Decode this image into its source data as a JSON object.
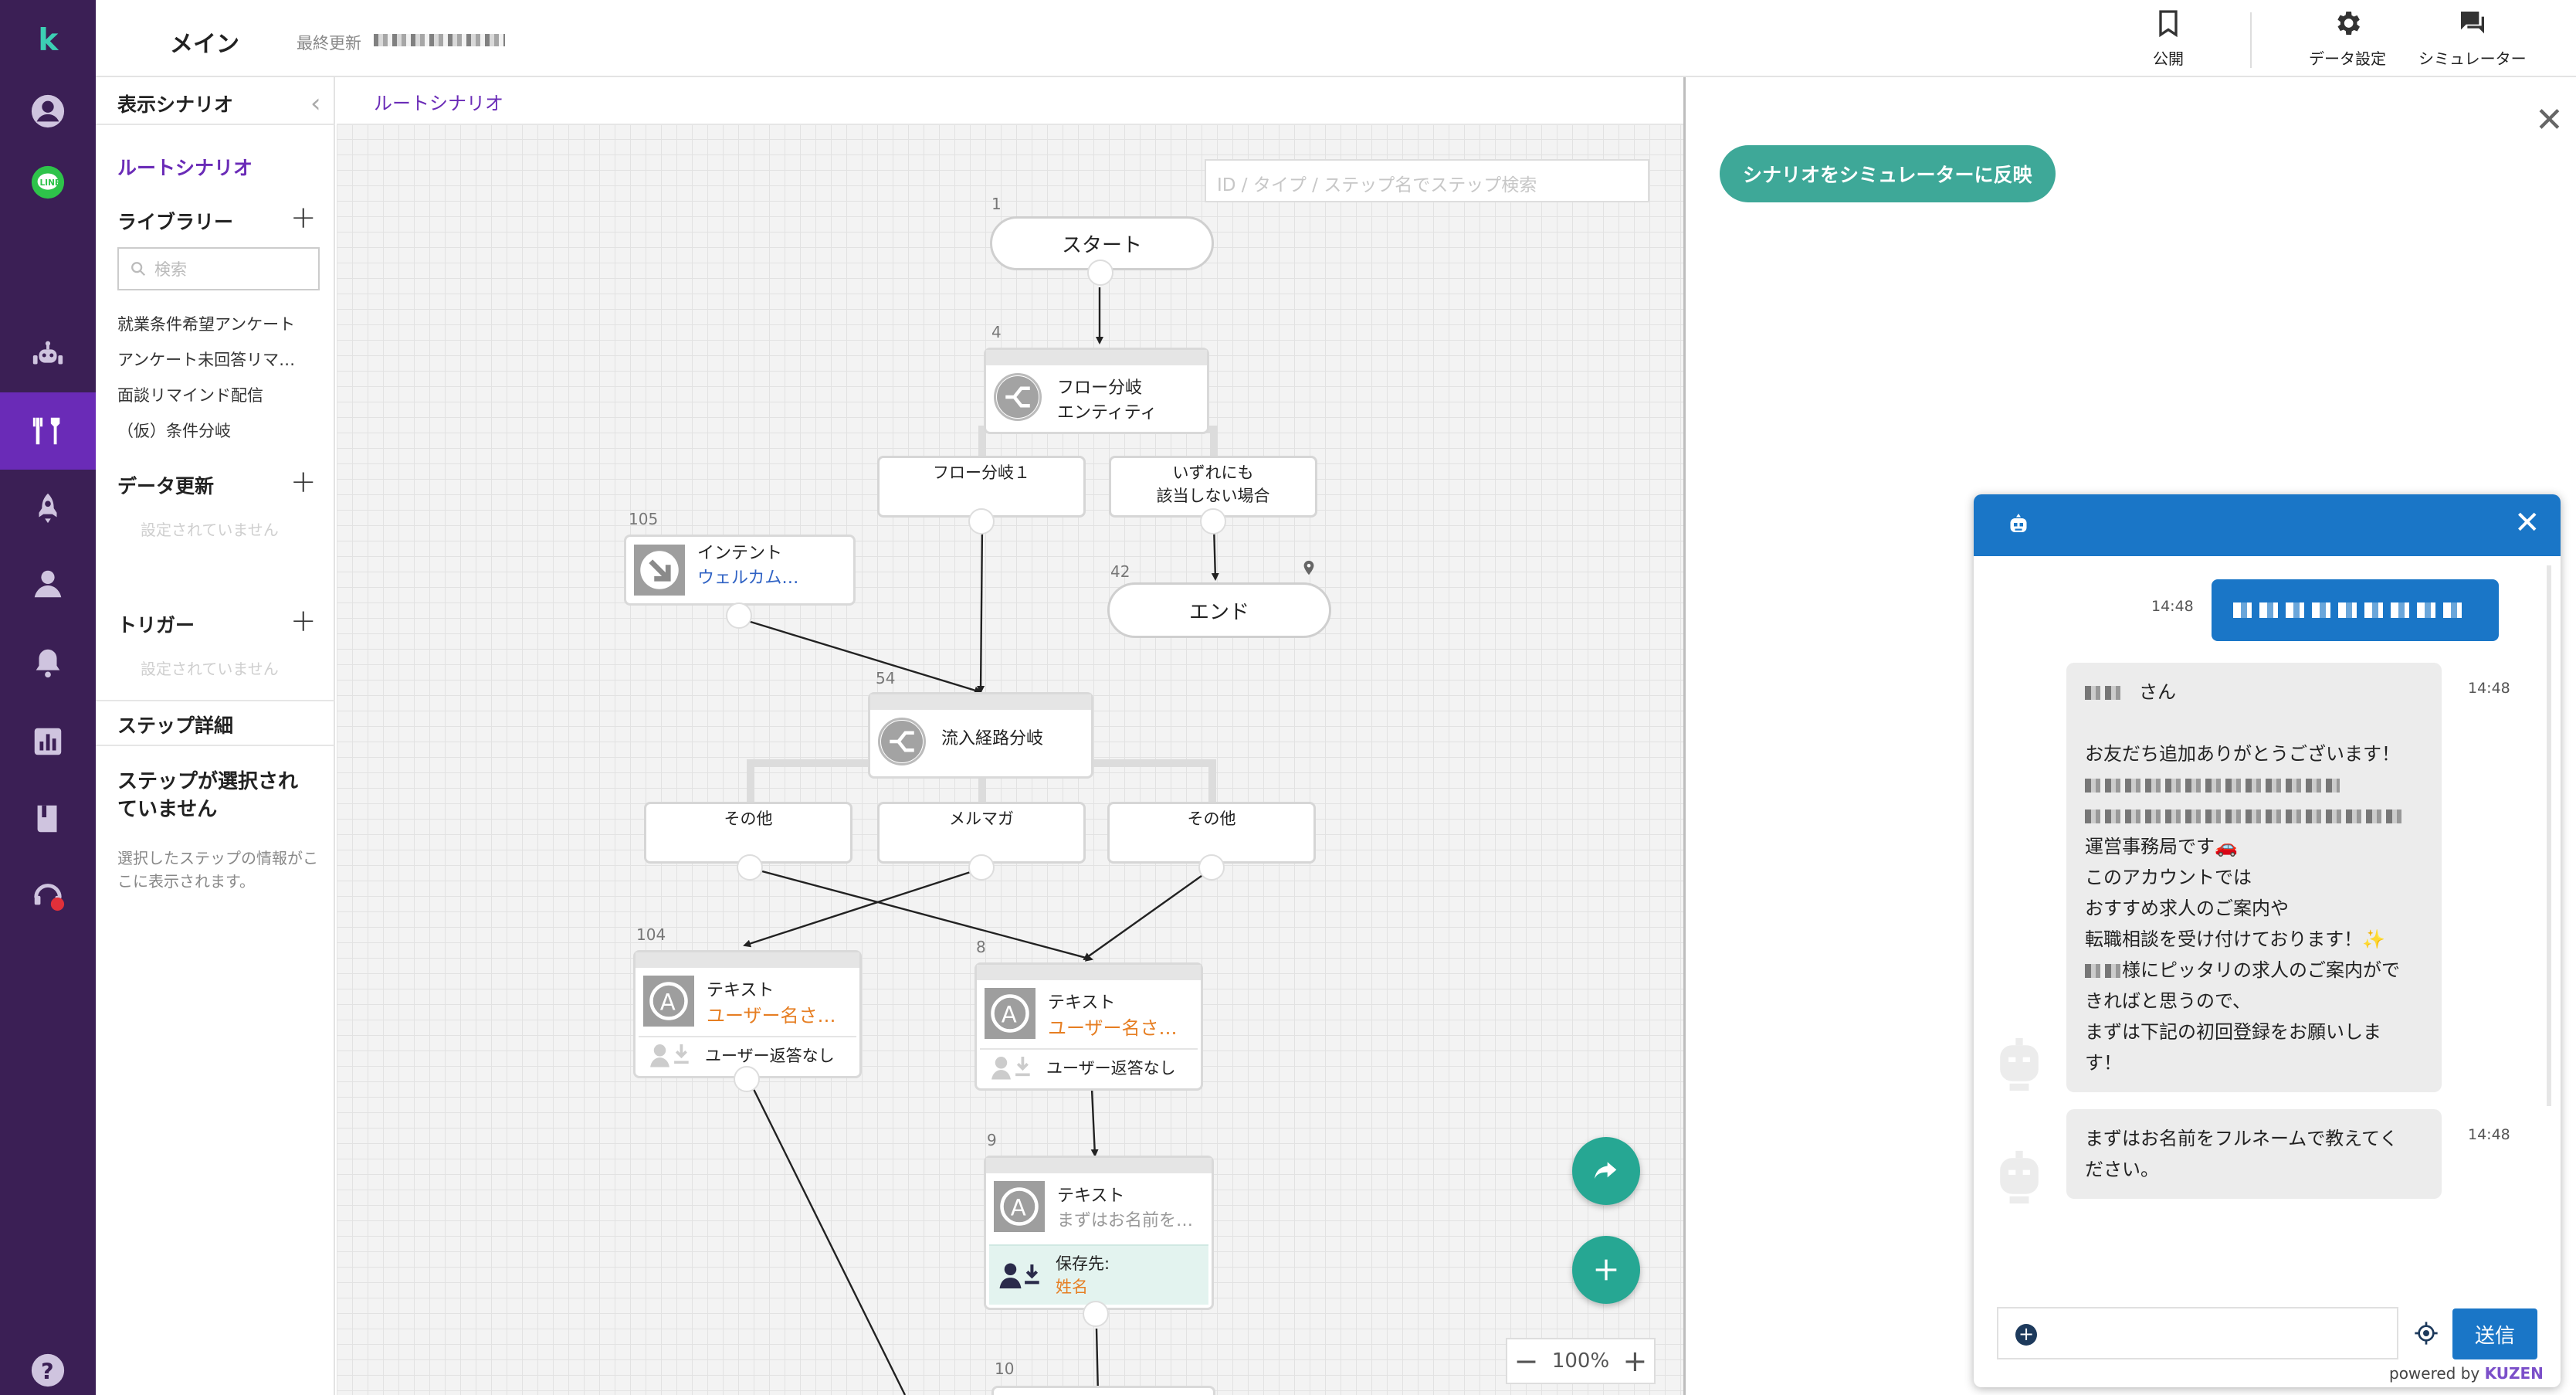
{
  "topbar": {
    "title": "メイン",
    "updated_label": "最終更新",
    "publish_label": "公開",
    "data_settings_label": "データ設定",
    "simulator_label": "シミュレーター"
  },
  "left_panel": {
    "display_scenario_header": "表示シナリオ",
    "root_scenario_link": "ルートシナリオ",
    "library_header": "ライブラリー",
    "search_placeholder": "検索",
    "library_items": [
      "就業条件希望アンケート",
      "アンケート未回答リマ…",
      "面談リマインド配信",
      "（仮）条件分岐"
    ],
    "data_update_header": "データ更新",
    "data_update_empty": "設定されていません",
    "trigger_header": "トリガー",
    "trigger_empty": "設定されていません",
    "step_detail_header": "ステップ詳細",
    "step_detail_title": "ステップが選択されていません",
    "step_detail_desc": "選択したステップの情報がここに表示されます。"
  },
  "canvas": {
    "breadcrumb": "ルートシナリオ",
    "step_search_placeholder": "ID / タイプ / ステップ名でステップ検索",
    "zoom_level": "100%",
    "zoom_out": "−",
    "zoom_in": "+",
    "nodes": {
      "start": {
        "num": "1",
        "label": "スタート"
      },
      "flow_branch": {
        "num": "4",
        "title": "フロー分岐",
        "sub": "エンティティ"
      },
      "branch_1": "フロー分岐１",
      "branch_none_1": "いずれにも",
      "branch_none_2": "該当しない場合",
      "end": {
        "num": "42",
        "label": "エンド"
      },
      "intent": {
        "num": "105",
        "title": "インテント",
        "sub": "ウェルカム…"
      },
      "inflow": {
        "num": "54",
        "title": "流入経路分岐"
      },
      "route_other_1": "その他",
      "route_mail": "メルマガ",
      "route_other_2": "その他",
      "text_104": {
        "num": "104",
        "title": "テキスト",
        "sub": "ユーザー名さ…",
        "foot": "ユーザー返答なし"
      },
      "text_8": {
        "num": "8",
        "title": "テキスト",
        "sub": "ユーザー名さ…",
        "foot": "ユーザー返答なし"
      },
      "text_9": {
        "num": "9",
        "title": "テキスト",
        "sub": "まずはお名前を…",
        "save_label": "保存先:",
        "save_value": "姓名"
      },
      "next_num": "10"
    }
  },
  "simulator": {
    "apply_button": "シナリオをシミュレーターに反映",
    "messages": [
      {
        "time": "14:48"
      },
      {
        "time": "14:48",
        "greeting_suffix": "さん",
        "lines": [
          "お友だち追加ありがとうございます！",
          "運営事務局です🚗",
          "このアカウントでは",
          "おすすめ求人のご案内や",
          "転職相談を受け付けております！✨",
          "様にピッタリの求人のご案内がで",
          "きればと思うので、",
          "まずは下記の初回登録をお願いしま",
          "す！"
        ]
      },
      {
        "time": "14:48",
        "lines": [
          "まずはお名前をフルネームで教えてく",
          "ださい。"
        ]
      }
    ],
    "send_button": "送信",
    "powered_by": "powered by",
    "brand": "KUZEN"
  },
  "colors": {
    "rail": "#3b1f55",
    "rail_active": "#6a2bb7",
    "accent_teal": "#26a793",
    "chat_blue": "#1a76c7"
  }
}
